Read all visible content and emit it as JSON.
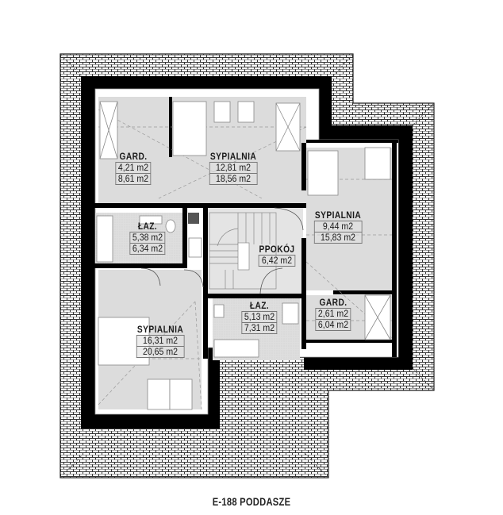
{
  "title": "E-188 PODDASZE",
  "colors": {
    "wall": "#000000",
    "floor": "#dcdcdc",
    "roof_tile_bg": "#ffffff",
    "roof_tile_line": "#333333",
    "label_box": "#e0e0e0"
  },
  "rooms": [
    {
      "id": "gard-1",
      "name": "GARD.",
      "net_area": "4,21 m2",
      "gross_area": "8,61 m2"
    },
    {
      "id": "sypialnia-1",
      "name": "SYPIALNIA",
      "net_area": "12,81 m2",
      "gross_area": "18,56 m2"
    },
    {
      "id": "lazienka-1",
      "name": "ŁAZ.",
      "net_area": "5,38 m2",
      "gross_area": "6,34 m2"
    },
    {
      "id": "sypialnia-2",
      "name": "SYPIALNIA",
      "net_area": "9,44 m2",
      "gross_area": "15,83 m2"
    },
    {
      "id": "ppokoj",
      "name": "PPOKÓJ",
      "net_area": "6,42 m2",
      "gross_area": null
    },
    {
      "id": "lazienka-2",
      "name": "ŁAZ.",
      "net_area": "5,13 m2",
      "gross_area": "7,31 m2"
    },
    {
      "id": "gard-2",
      "name": "GARD.",
      "net_area": "2,61 m2",
      "gross_area": "6,04 m2"
    },
    {
      "id": "sypialnia-3",
      "name": "SYPIALNIA",
      "net_area": "16,31 m2",
      "gross_area": "20,65 m2"
    }
  ]
}
